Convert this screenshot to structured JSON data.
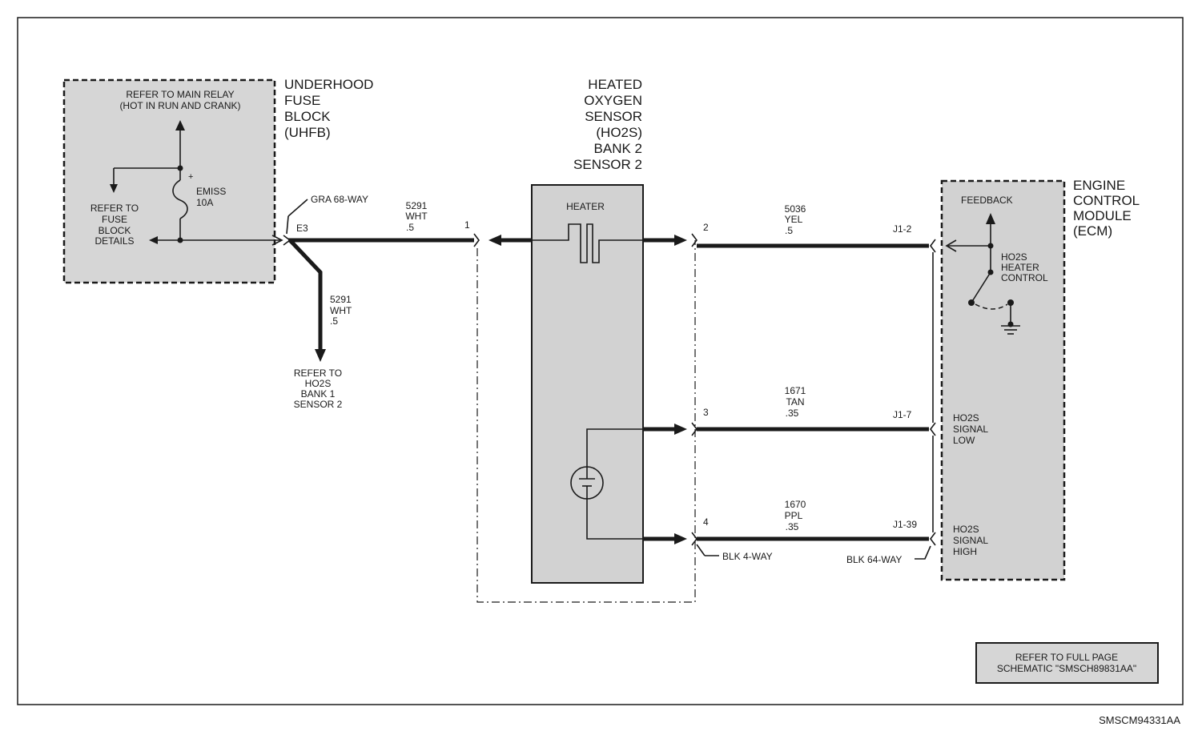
{
  "uhfb": {
    "title": [
      "UNDERHOOD",
      "FUSE",
      "BLOCK",
      "(UHFB)"
    ],
    "relay_note": [
      "REFER TO MAIN RELAY",
      "(HOT IN RUN AND CRANK)"
    ],
    "fuse_block_note": [
      "REFER TO",
      "FUSE",
      "BLOCK",
      "DETAILS"
    ],
    "fuse_label": [
      "EMISS",
      "10A"
    ],
    "fuse_plus": "+"
  },
  "sensor": {
    "title": [
      "HEATED",
      "OXYGEN",
      "SENSOR",
      "(HO2S)",
      "BANK 2",
      "SENSOR 2"
    ],
    "heater_label": "HEATER"
  },
  "ecm": {
    "title": [
      "ENGINE",
      "CONTROL",
      "MODULE",
      "(ECM)"
    ],
    "feedback": "FEEDBACK",
    "heater_control": [
      "HO2S",
      "HEATER",
      "CONTROL"
    ],
    "signal_low": [
      "HO2S",
      "SIGNAL",
      "LOW"
    ],
    "signal_high": [
      "HO2S",
      "SIGNAL",
      "HIGH"
    ]
  },
  "connectors": {
    "gra": "GRA 68-WAY",
    "e3": "E3",
    "blk4": "BLK 4-WAY",
    "blk64": "BLK 64-WAY",
    "pins": [
      "1",
      "2",
      "3",
      "4"
    ],
    "ecm_pins": [
      "J1-2",
      "J1-7",
      "J1-39"
    ]
  },
  "wires": {
    "w5291_top": [
      "5291",
      "WHT",
      ".5"
    ],
    "w5291_down": [
      "5291",
      "WHT",
      ".5"
    ],
    "w5036": [
      "5036",
      "YEL",
      ".5"
    ],
    "w1671": [
      "1671",
      "TAN",
      ".35"
    ],
    "w1670": [
      "1670",
      "PPL",
      ".35"
    ]
  },
  "refer_bank1": [
    "REFER TO",
    "HO2S",
    "BANK 1",
    "SENSOR 2"
  ],
  "full_page_note": [
    "REFER TO FULL PAGE",
    "SCHEMATIC \"SMSCH89831AA\""
  ],
  "figure_id": "SMSCM94331AA",
  "colors": {
    "ink": "#1a1a1a",
    "shade": "#d6d6d6",
    "module_shade": "#d2d2d2"
  }
}
